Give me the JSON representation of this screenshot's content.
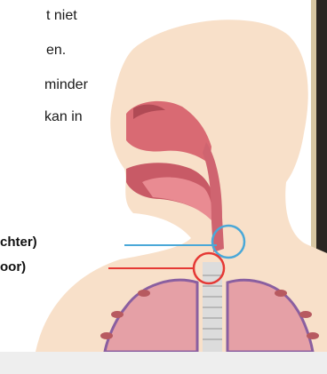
{
  "paragraph": {
    "lines": [
      "t niet",
      "en.",
      "minder",
      "kan in"
    ]
  },
  "labels": {
    "upper": "chter)",
    "lower": "oor)"
  },
  "colors": {
    "skin": "#f8e0c9",
    "tissue": "#d96a73",
    "trachea": "#d9d9d9",
    "lung": "#e5a0a6",
    "lung_outline": "#8a5fa0",
    "upper_marker": "#4aa8d8",
    "lower_marker": "#e53935"
  }
}
